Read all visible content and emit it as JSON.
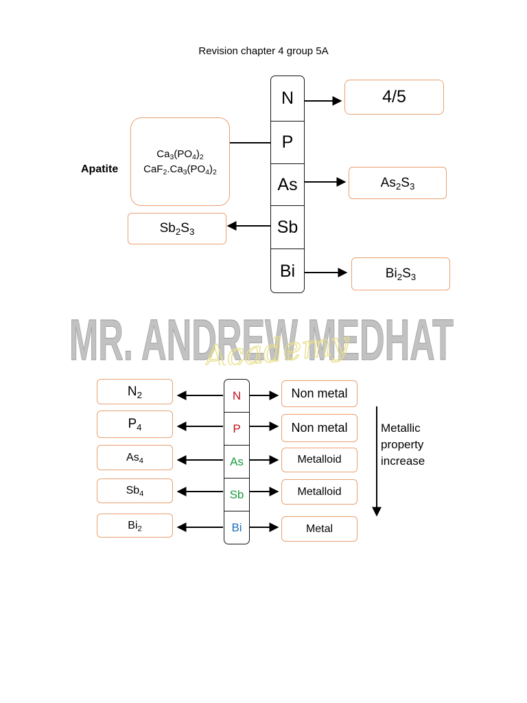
{
  "title": "Revision chapter 4 group 5A",
  "top_section": {
    "elements": [
      "N",
      "P",
      "As",
      "Sb",
      "Bi"
    ],
    "ratio": "4/5",
    "apatite_label": "Apatite",
    "apatite_formula_1": {
      "p1": "Ca",
      "s1": "3",
      "p2": "(PO",
      "s2": "4",
      "p3": ")",
      "s3": "2"
    },
    "apatite_formula_2": {
      "p1": "CaF",
      "s1": "2",
      "p2": ".Ca",
      "s2": "3",
      "p3": "(PO",
      "s3": "4",
      "p4": ")",
      "s4": "2"
    },
    "as_ore": {
      "a": "As",
      "sa": "2",
      "b": "S",
      "sb": "3"
    },
    "sb_ore": {
      "a": "Sb",
      "sa": "2",
      "b": "S",
      "sb": "3"
    },
    "bi_ore": {
      "a": "Bi",
      "sa": "2",
      "b": "S",
      "sb": "3"
    }
  },
  "watermark": {
    "text": "MR. ANDREW MEDHAT",
    "script": "Academy"
  },
  "bottom_section": {
    "elements": [
      "N",
      "P",
      "As",
      "Sb",
      "Bi"
    ],
    "molecules": [
      {
        "symbol": "N",
        "sub": "2"
      },
      {
        "symbol": "P",
        "sub": "4"
      },
      {
        "symbol": "As",
        "sub": "4"
      },
      {
        "symbol": "Sb",
        "sub": "4"
      },
      {
        "symbol": "Bi",
        "sub": "2"
      }
    ],
    "types": [
      "Non metal",
      "Non metal",
      "Metalloid",
      "Metalloid",
      "Metal"
    ],
    "side_label_lines": [
      "Metallic",
      "property",
      "increase"
    ]
  },
  "colors": {
    "box_border": "#e8a070",
    "nonmetal_red": "#c0101a",
    "metalloid_green": "#1a9a40",
    "metal_blue": "#1a6fc0"
  }
}
